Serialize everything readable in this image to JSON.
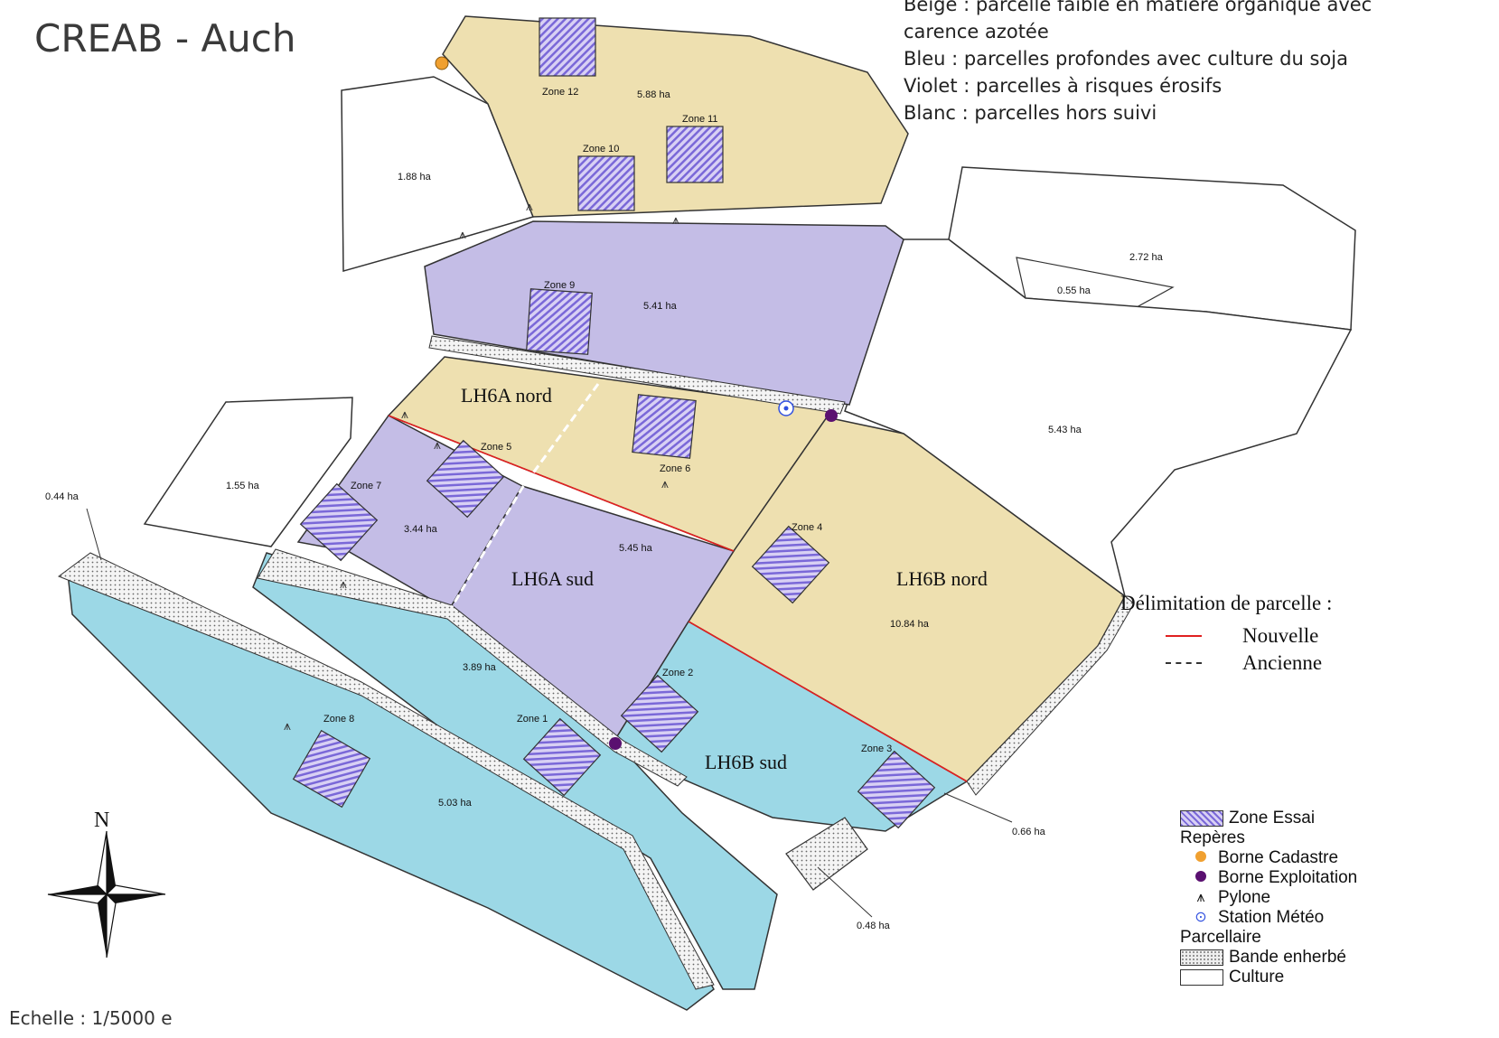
{
  "header": {
    "title": "CREAB - Auch"
  },
  "color_key": [
    "Beige : parcelle faible en matière organique avec",
    "carence azotée",
    "Bleu : parcelles profondes avec culture du soja",
    "Violet : parcelles à risques érosifs",
    "Blanc : parcelles hors suivi"
  ],
  "colors": {
    "beige": "#eee0b0",
    "blue": "#9cd8e6",
    "violet": "#c4bde6",
    "white": "#ffffff",
    "zone_hatch": "#7a68d8",
    "borne_cadastre": "#f0a030",
    "borne_exploitation": "#5a1070",
    "station_meteo": "#3050e0",
    "new_line": "#e02020"
  },
  "parcels": {
    "LH6A_nord": "LH6A nord",
    "LH6A_sud": "LH6A sud",
    "LH6B_nord": "LH6B nord",
    "LH6B_sud": "LH6B sud"
  },
  "zones": [
    "Zone 1",
    "Zone 2",
    "Zone 3",
    "Zone 4",
    "Zone 5",
    "Zone 6",
    "Zone 7",
    "Zone 8",
    "Zone 9",
    "Zone 10",
    "Zone 11",
    "Zone 12"
  ],
  "areas": {
    "a_588": "5.88 ha",
    "a_188": "1.88 ha",
    "a_541": "5.41 ha",
    "a_272": "2.72 ha",
    "a_055": "0.55 ha",
    "a_543": "5.43 ha",
    "a_155": "1.55 ha",
    "a_044": "0.44 ha",
    "a_344": "3.44 ha",
    "a_545": "5.45 ha",
    "a_1084": "10.84 ha",
    "a_389": "3.89 ha",
    "a_503": "5.03 ha",
    "a_066": "0.66 ha",
    "a_048": "0.48 ha"
  },
  "delimitation": {
    "title": "Délimitation de parcelle :",
    "new": "Nouvelle",
    "old": "Ancienne"
  },
  "legend": {
    "zone": "Zone Essai",
    "reperes": "Repères",
    "borne_cadastre": "Borne Cadastre",
    "borne_exploitation": "Borne Exploitation",
    "pylone": "Pylone",
    "station_meteo": "Station Météo",
    "parcellaire": "Parcellaire",
    "bande": "Bande enherbé",
    "culture": "Culture"
  },
  "north_label": "N",
  "scale": "Echelle : 1/5000 e",
  "icons": [
    "compass-rose-icon",
    "pylon-icon",
    "weather-station-icon"
  ]
}
